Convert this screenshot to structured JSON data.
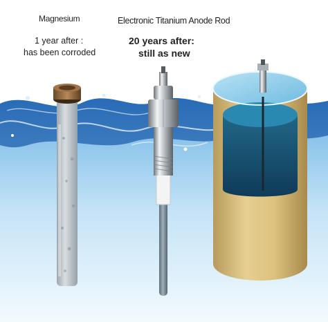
{
  "labels": {
    "magnesium_title": "Magnesium",
    "magnesium_line1": "1 year after :",
    "magnesium_line2": "has been corroded",
    "titanium_title": "Electronic Titanium Anode Rod",
    "titanium_line1": "20 years after:",
    "titanium_line2": "still as new"
  },
  "colors": {
    "water_surface": "#1f5fb0",
    "water_body": "#bfe0f4",
    "tank_shell": "#d9c083",
    "tank_water": "#2c7fa0",
    "rod_titanium": "#7b8d99",
    "rod_magnesium": "#c9cfd4"
  }
}
